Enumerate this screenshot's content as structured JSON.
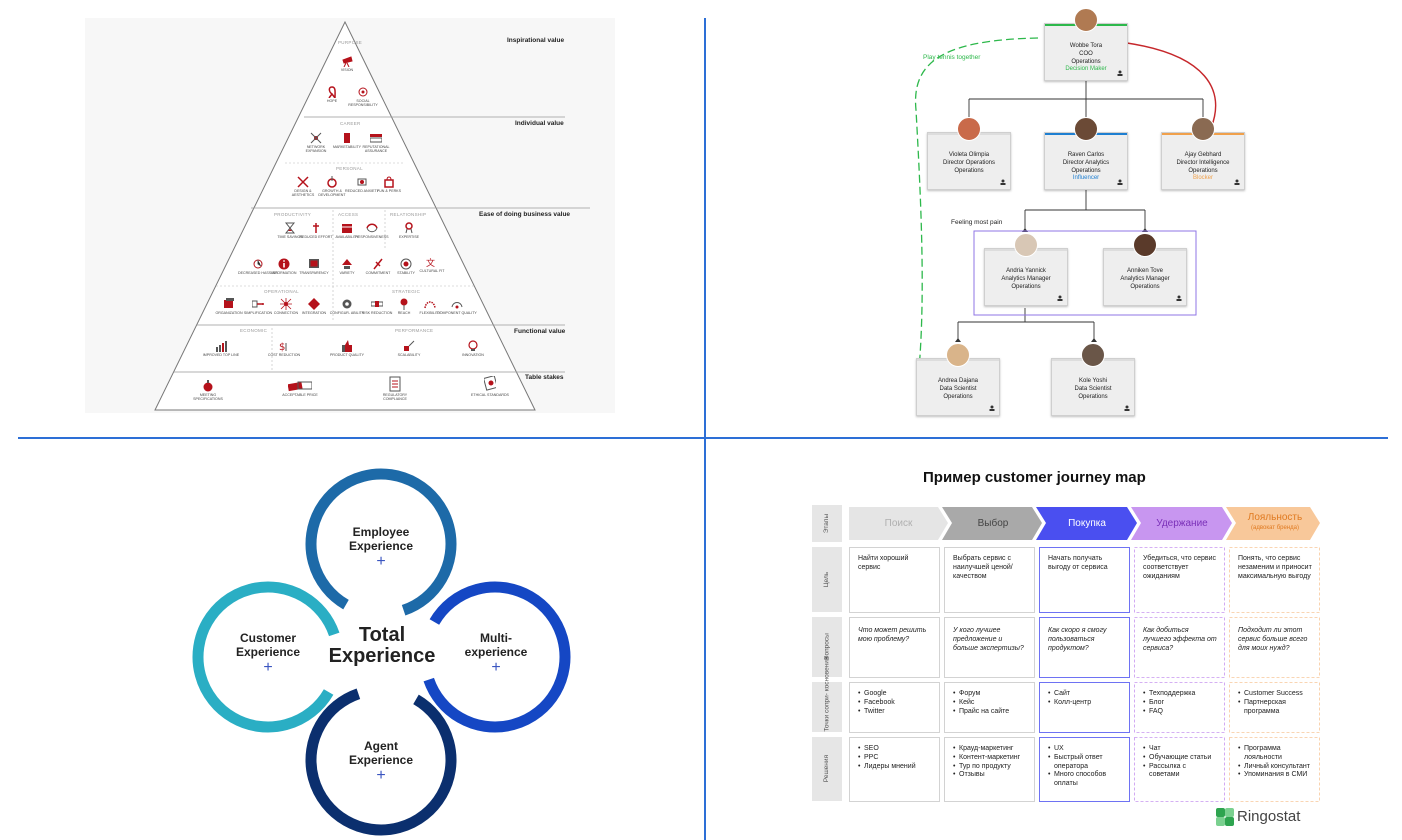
{
  "pyramid": {
    "levels": [
      "Inspirational value",
      "Individual value",
      "Ease of doing business value",
      "Functional value",
      "Table stakes"
    ],
    "sections": {
      "purpose": "PURPOSE",
      "career": "CAREER",
      "personal": "PERSONAL",
      "productivity": "PRODUCTIVITY",
      "access": "ACCESS",
      "relationship": "RELATIONSHIP",
      "operational": "OPERATIONAL",
      "strategic": "STRATEGIC",
      "economic": "ECONOMIC",
      "performance": "PERFORMANCE"
    },
    "items": {
      "vision": "VISION",
      "hope": "HOPE",
      "social": "SOCIAL RESPONSIBILITY",
      "network": "NETWORK EXPANSION",
      "marketability": "MARKETABILITY",
      "reputational": "REPUTATIONAL ASSURANCE",
      "design": "DESIGN & AESTHETICS",
      "growth": "GROWTH & DEVELOPMENT",
      "anxiety": "REDUCED ANXIETY",
      "fun": "FUN & PERKS",
      "time": "TIME SAVINGS",
      "effort": "REDUCED EFFORT",
      "hassles": "DECREASED HASSLES",
      "information": "INFORMATION",
      "transparency": "TRANSPARENCY",
      "availability": "AVAILABILITY",
      "responsiveness": "RESPONSIVENESS",
      "expertise": "EXPERTISE",
      "variety": "VARIETY",
      "commitment": "COMMITMENT",
      "stability": "STABILITY",
      "cultural": "CULTURAL FIT",
      "organization": "ORGANIZATION",
      "simplification": "SIMPLIFICATION",
      "connection": "CONNECTION",
      "integration": "INTEGRATION",
      "configurability": "CONFIGUR- ABILITY",
      "risk": "RISK REDUCTION",
      "reach": "REACH",
      "flexibility": "FLEXIBILITY",
      "component": "COMPONENT QUALITY",
      "topline": "IMPROVED TOP LINE",
      "cost": "COST REDUCTION",
      "quality": "PRODUCT QUALITY",
      "scalability": "SCALABILITY",
      "innovation": "INNOVATION",
      "specs": "MEETING SPECIFICATIONS",
      "price": "ACCEPTABLE PRICE",
      "regulatory": "REGULATORY COMPLIANCE",
      "ethical": "ETHICAL STANDARDS"
    }
  },
  "org": {
    "note_play": "Play tennis together",
    "note_pain": "Feeling most pain",
    "ceo": {
      "name": "Wobbe Tora",
      "title": "COO",
      "dept": "Operations",
      "tag": "Decision Maker"
    },
    "violeta": {
      "name": "Violeta Olimpia",
      "title": "Director Operations",
      "dept": "Operations"
    },
    "raven": {
      "name": "Raven Carlos",
      "title": "Director Analytics",
      "dept": "Operations",
      "tag": "Influencer"
    },
    "ajay": {
      "name": "Ajay Gebhard",
      "title": "Director Intelligence",
      "dept": "Operations",
      "tag": "Blocker"
    },
    "andria": {
      "name": "Andria Yannick",
      "title": "Analytics Manager",
      "dept": "Operations"
    },
    "anniken": {
      "name": "Anniken Tove",
      "title": "Analytics Manager",
      "dept": "Operations"
    },
    "andrea": {
      "name": "Andrea Dajana",
      "title": "Data Scientist",
      "dept": "Operations"
    },
    "kole": {
      "name": "Kole Yoshi",
      "title": "Data Scientist",
      "dept": "Operations"
    },
    "colors": {
      "green": "#2db84b",
      "blue": "#1e7fd1",
      "orange": "#f0a04b",
      "red": "#c6272b",
      "purple": "#8f74e6"
    }
  },
  "tx": {
    "center_line1": "Total",
    "center_line2": "Experience",
    "employee": "Employee Experience",
    "customer": "Customer Experience",
    "multi": "Multi- experience",
    "agent": "Agent Experience",
    "plus": "+",
    "colors": {
      "employee": "#1d6aa8",
      "customer": "#2aaec4",
      "multi": "#1547c4",
      "agent": "#0b2f6e"
    }
  },
  "cjm": {
    "title": "Пример customer journey map",
    "rows": {
      "stages": "Этапы",
      "goal": "Цель",
      "questions": "Вопросы",
      "touch": "Точки сопри- косновения",
      "solutions": "Решения"
    },
    "stages": [
      "Поиск",
      "Выбор",
      "Покупка",
      "Удержание",
      "Лояльность"
    ],
    "loyalty_sub": "(адвокат бренда)",
    "goals": [
      "Найти хороший сервис",
      "Выбрать сервис с наилучшей ценой/качеством",
      "Начать получать выгоду от сервиса",
      "Убедиться, что сервис соответствует ожиданиям",
      "Понять, что сервис незаменим и приносит максимальную выгоду"
    ],
    "questions": [
      "Что может решить мою проблему?",
      "У кого лучшее предложение и больше экспертизы?",
      "Как скоро я смогу пользоваться продуктом?",
      "Как добиться лучшего эффекта от сервиса?",
      "Подходит ли этот сервис больше всего для моих нужд?"
    ],
    "touch": [
      [
        "Google",
        "Facebook",
        "Twitter"
      ],
      [
        "Форум",
        "Кейс",
        "Прайс на сайте"
      ],
      [
        "Сайт",
        "Колл-центр"
      ],
      [
        "Техподдержка",
        "Блог",
        "FAQ"
      ],
      [
        "Customer Success",
        "Партнерская программа"
      ]
    ],
    "solutions": [
      [
        "SEO",
        "PPC",
        "Лидеры мнений"
      ],
      [
        "Крауд-маркетинг",
        "Контент-маркетинг",
        "Тур по продукту",
        "Отзывы"
      ],
      [
        "UX",
        "Быстрый ответ оператора",
        "Много способов оплаты"
      ],
      [
        "Чат",
        "Обучающие статьи",
        "Рассылка с советами"
      ],
      [
        "Программа лояльности",
        "Личный консультант",
        "Упоминания в СМИ"
      ]
    ],
    "brand": "Ringostat",
    "colors": {
      "search": "#e5e5e5",
      "choice": "#a9a9a9",
      "purchase": "#4a4ff0",
      "retention": "#c896f0",
      "loyalty": "#f8c89a"
    }
  }
}
